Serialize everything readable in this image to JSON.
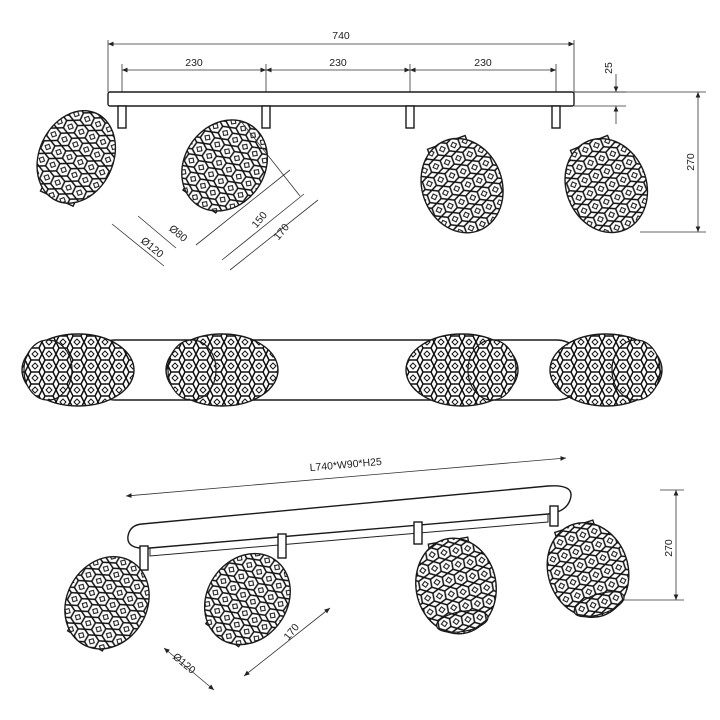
{
  "dimensions": {
    "total_length": "740",
    "spacing_1": "230",
    "spacing_2": "230",
    "spacing_3": "230",
    "bar_thickness": "25",
    "front_height": "270",
    "shade_inner_diameter": "Ø80",
    "shade_outer_diameter": "Ø120",
    "shade_length_short": "150",
    "shade_length_long": "170",
    "overall_size": "L740*W90*H25",
    "iso_height": "270",
    "iso_shade_length": "170",
    "iso_shade_diameter": "Ø120"
  }
}
